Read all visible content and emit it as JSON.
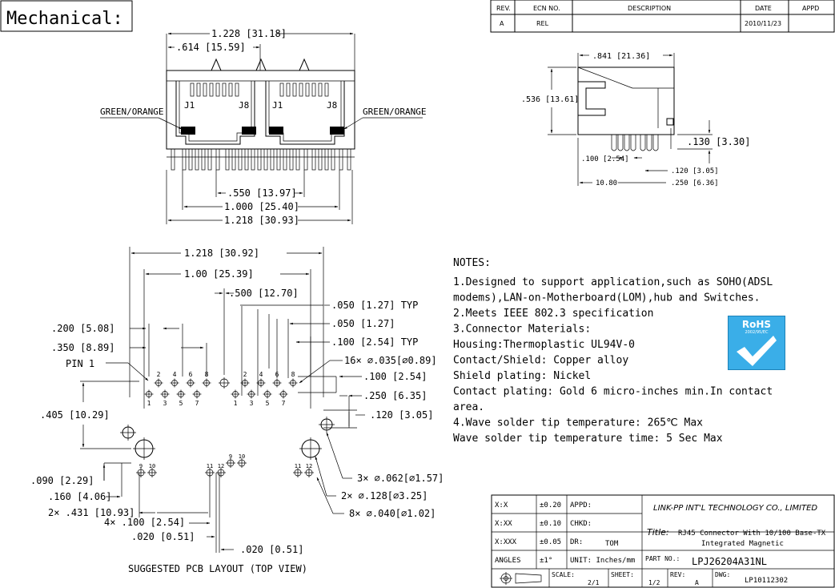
{
  "title": "Mechanical:",
  "revision_table": {
    "headers": [
      "REV.",
      "ECN NO.",
      "DESCRIPTION",
      "DATE",
      "APPD"
    ],
    "row": [
      "A",
      "REL",
      "",
      "2010/11/23",
      ""
    ]
  },
  "front_view": {
    "dim_overall_width": "1.228 [31.18]",
    "dim_half_width": ".614 [15.59]",
    "dim_pin_span_inner": ".550 [13.97]",
    "dim_pin_span_mid": "1.000 [25.40]",
    "dim_pin_span_outer": "1.218 [30.93]",
    "led_label_left": "GREEN/ORANGE",
    "led_label_right": "GREEN/ORANGE",
    "port_labels": [
      "J1",
      "J8",
      "J1",
      "J8"
    ]
  },
  "side_view": {
    "dim_depth": ".841 [21.36]",
    "dim_height": ".536 [13.61]",
    "dim_pin_len": ".130 [3.30]",
    "dim_pitch": ".100 [2.54]",
    "dim_offset1": ".120 [3.05]",
    "dim_offset2": ".250 [6.36]",
    "dim_base": "10.80"
  },
  "pcb_layout": {
    "title": "SUGGESTED PCB LAYOUT (TOP VIEW)",
    "dim_overall": "1.218 [30.92]",
    "dim_inner": "1.00 [25.39]",
    "dim_half": ".500 [12.70]",
    "dim_050_typ": ".050 [1.27] TYP",
    "dim_050": ".050 [1.27]",
    "dim_100_typ": ".100 [2.54] TYP",
    "dim_200": ".200 [5.08]",
    "dim_350": ".350 [8.89]",
    "pin1_label": "PIN 1",
    "dim_16x": "16× ⌀.035[⌀0.89]",
    "dim_100": ".100 [2.54]",
    "dim_250": ".250 [6.35]",
    "dim_405": ".405 [10.29]",
    "dim_120": ".120 [3.05]",
    "dim_3x": "3× ⌀.062[⌀1.57]",
    "dim_2x_hole": "2× ⌀.128[⌀3.25]",
    "dim_8x": "8× ⌀.040[⌀1.02]",
    "dim_090": ".090 [2.29]",
    "dim_160": ".160 [4.06]",
    "dim_2x431": "2× .431 [10.93]",
    "dim_4x100": "4× .100 [2.54]",
    "dim_020a": ".020 [0.51]",
    "dim_020b": ".020 [0.51]",
    "pin_top_left": [
      "2",
      "4",
      "6",
      "8"
    ],
    "pin_bot_left": [
      "1",
      "3",
      "5",
      "7"
    ],
    "led_pins_left": [
      "9",
      "10"
    ],
    "led_pins_mid": [
      "11",
      "12",
      "9",
      "10"
    ],
    "led_pins_right": [
      "11",
      "12"
    ]
  },
  "notes": {
    "header": "NOTES:",
    "lines": [
      "1.Designed to support application,such as SOHO(ADSL",
      "  modems),LAN-on-Motherboard(LOM),hub and Switches.",
      "2.Meets IEEE 802.3 specification",
      "3.Connector Materials:",
      "  Housing:Thermoplastic UL94V-0",
      "  Contact/Shield: Copper alloy",
      "  Shield plating: Nickel",
      "  Contact plating: Gold 6 micro-inches min.In contact",
      "                    area.",
      "4.Wave solder tip temperature: 265℃ Max",
      "  Wave solder tip temperature time: 5 Sec Max"
    ]
  },
  "rohs": {
    "title": "RoHS",
    "sub": "2002/95/EC",
    "color": "#3aaee8"
  },
  "title_block": {
    "tol_x_label": "X:X",
    "tol_x_val": "±0.20",
    "tol_xx_label": "X:XX",
    "tol_xx_val": "±0.10",
    "tol_xxx_label": "X:XXX",
    "tol_xxx_val": "±0.05",
    "angles_label": "ANGLES",
    "angles_val": "±1°",
    "appd": "APPD:",
    "chkd": "CHKD:",
    "dr": "DR:",
    "dr_val": "TOM",
    "unit": "UNIT: Inches/mm",
    "company": "LINK-PP INT'L TECHNOLOGY CO., LIMITED",
    "title_label": "Title:",
    "title_val": "RJ45 Connector With 10/100 Base-TX",
    "title_val2": "Integrated Magnetic",
    "part_label": "PART NO.:",
    "part_val": "LPJ26204A31NL",
    "scale_label": "SCALE:",
    "scale_val": "2/1",
    "sheet_label": "SHEET:",
    "sheet_val": "1/2",
    "rev_label": "REV:",
    "rev_val": "A",
    "dwg_label": "DWG:",
    "dwg_val": "LP10112302"
  }
}
